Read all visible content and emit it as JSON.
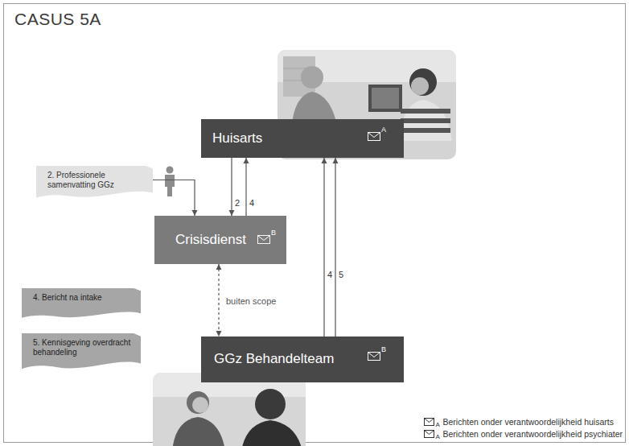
{
  "diagram": {
    "title": "CASUS 5A",
    "nodes": [
      {
        "text": [
          "Huisarts"
        ]
      },
      {
        "text": [
          "Crisisdienst"
        ]
      },
      {
        "text": [
          "GGz Behandelteam"
        ]
      },
      {
        "text": [
          "2. Professionele samenvatting GGz"
        ]
      },
      {
        "text": [
          "4. Bericht na intake"
        ]
      },
      {
        "text": [
          "5. Kennisgeving overdracht behandeling"
        ]
      }
    ],
    "edges": [
      {
        "from": 0,
        "to": 1,
        "label": "2",
        "arrow": "to"
      },
      {
        "from": 1,
        "to": 0,
        "label": "4",
        "arrow": "to"
      },
      {
        "from": 1,
        "to": 2,
        "label": "buiten scope",
        "arrow": "both"
      },
      {
        "from": 2,
        "to": 0,
        "label": "4",
        "arrow": "to"
      },
      {
        "from": 2,
        "to": 0,
        "label": "5",
        "arrow": "to"
      },
      {
        "from": 3,
        "to": 1,
        "arrow": "to"
      }
    ],
    "labels": [
      "A",
      "B",
      "B",
      "A",
      "A"
    ],
    "legend": [
      {
        "text": "Berichten onder verantwoordelijkheid huisarts"
      },
      {
        "text": "Berichten onder verantwoordelijkheid psychiater"
      }
    ]
  }
}
